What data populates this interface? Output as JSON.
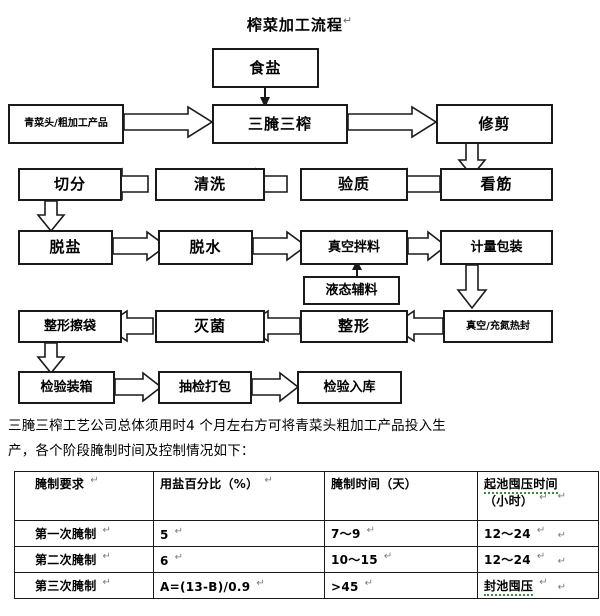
{
  "document": {
    "title": "榨菜加工流程",
    "return_mark": "↵"
  },
  "flowchart": {
    "nodes": [
      {
        "id": "salt",
        "label": "食盐"
      },
      {
        "id": "raw-material",
        "label": "青菜头/粗加工产品"
      },
      {
        "id": "three-pickle",
        "label": "三腌三榨"
      },
      {
        "id": "trim",
        "label": "修剪"
      },
      {
        "id": "check-tendon",
        "label": "看筋"
      },
      {
        "id": "inspect-quality",
        "label": "验质"
      },
      {
        "id": "wash",
        "label": "清洗"
      },
      {
        "id": "cut",
        "label": "切分"
      },
      {
        "id": "desalt",
        "label": "脱盐"
      },
      {
        "id": "dehydrate",
        "label": "脱水"
      },
      {
        "id": "vacuum-mix",
        "label": "真空拌料"
      },
      {
        "id": "liquid-additive",
        "label": "液态辅料"
      },
      {
        "id": "weigh-package",
        "label": "计量包装"
      },
      {
        "id": "vacuum-seal",
        "label": "真空/充氮热封"
      },
      {
        "id": "shape",
        "label": "整形"
      },
      {
        "id": "sterilize",
        "label": "灭菌"
      },
      {
        "id": "shape-wipe-bag",
        "label": "整形擦袋"
      },
      {
        "id": "inspect-boxing",
        "label": "检验装箱"
      },
      {
        "id": "sample-pack",
        "label": "抽检打包"
      },
      {
        "id": "inspect-store",
        "label": "检验入库"
      }
    ]
  },
  "paragraph": {
    "text": "三腌三榨工艺公司总体须用时4 个月左右方可将青菜头粗加工产品投入生产，各个阶段腌制时间及控制情况如下："
  },
  "table": {
    "headers": [
      "腌制要求",
      "用盐百分比（%）",
      "腌制时间（天）",
      "起池囤压时间"
    ],
    "header4_line2": "（小时）",
    "rows": [
      {
        "requirement": "第一次腌制",
        "salt_percent": "5",
        "pickle_days": "7～9",
        "press_hours": "12～24"
      },
      {
        "requirement": "第二次腌制",
        "salt_percent": "6",
        "pickle_days": "10～15",
        "press_hours": "12～24"
      },
      {
        "requirement": "第三次腌制",
        "salt_percent": "A=(13-B)/0.9",
        "pickle_days": ">45",
        "press_hours": "封池囤压"
      }
    ],
    "return_mark": "↵"
  },
  "colors": {
    "stroke": "#1a1a1a",
    "background": "#ffffff",
    "spellcheck_underline": "#3a8f3a",
    "mark_gray": "#7a7a7a"
  }
}
